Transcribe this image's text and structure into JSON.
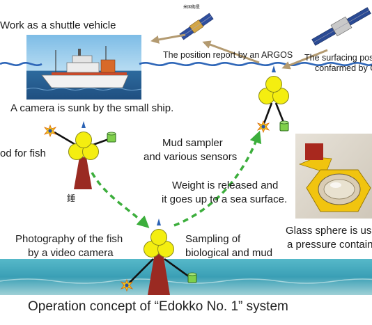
{
  "labels": {
    "shuttle": "Work as a shuttle vehicle",
    "argos": "The position report by an ARGOS",
    "gps_line1": "The surfacing posi",
    "gps_line2": "confarmed by GI",
    "camera_sunk": "A camera is sunk by the small ship.",
    "bait": "od for fish",
    "mud_line1": "Mud sampler",
    "mud_line2": "and various sensors",
    "weight_line1": "Weight is released and",
    "weight_line2": "it goes up to a sea surface.",
    "glass_line1": "Glass sphere is us",
    "glass_line2": "a pressure contain",
    "photo_line1": "Photography of the fish",
    "photo_line2": "by a video camera",
    "sampling_line1": "Sampling of",
    "sampling_line2": "biological and mud",
    "kanji": "錘",
    "sat_label": "米国衛星"
  },
  "caption": "Operation concept of “Edokko No. 1” system",
  "colors": {
    "sea_line": "#2e66b8",
    "float_yellow": "#f4ee10",
    "weight_red": "#9a2a22",
    "arrow_green": "#3cae3c",
    "sampler_green": "#7fd04a",
    "ship_sky": "#8cc6ea",
    "seabed": "#3aa3b8"
  },
  "icons": [
    "satellite-icon",
    "gps-satellite-icon",
    "ship-photo",
    "glass-sphere-photo"
  ]
}
